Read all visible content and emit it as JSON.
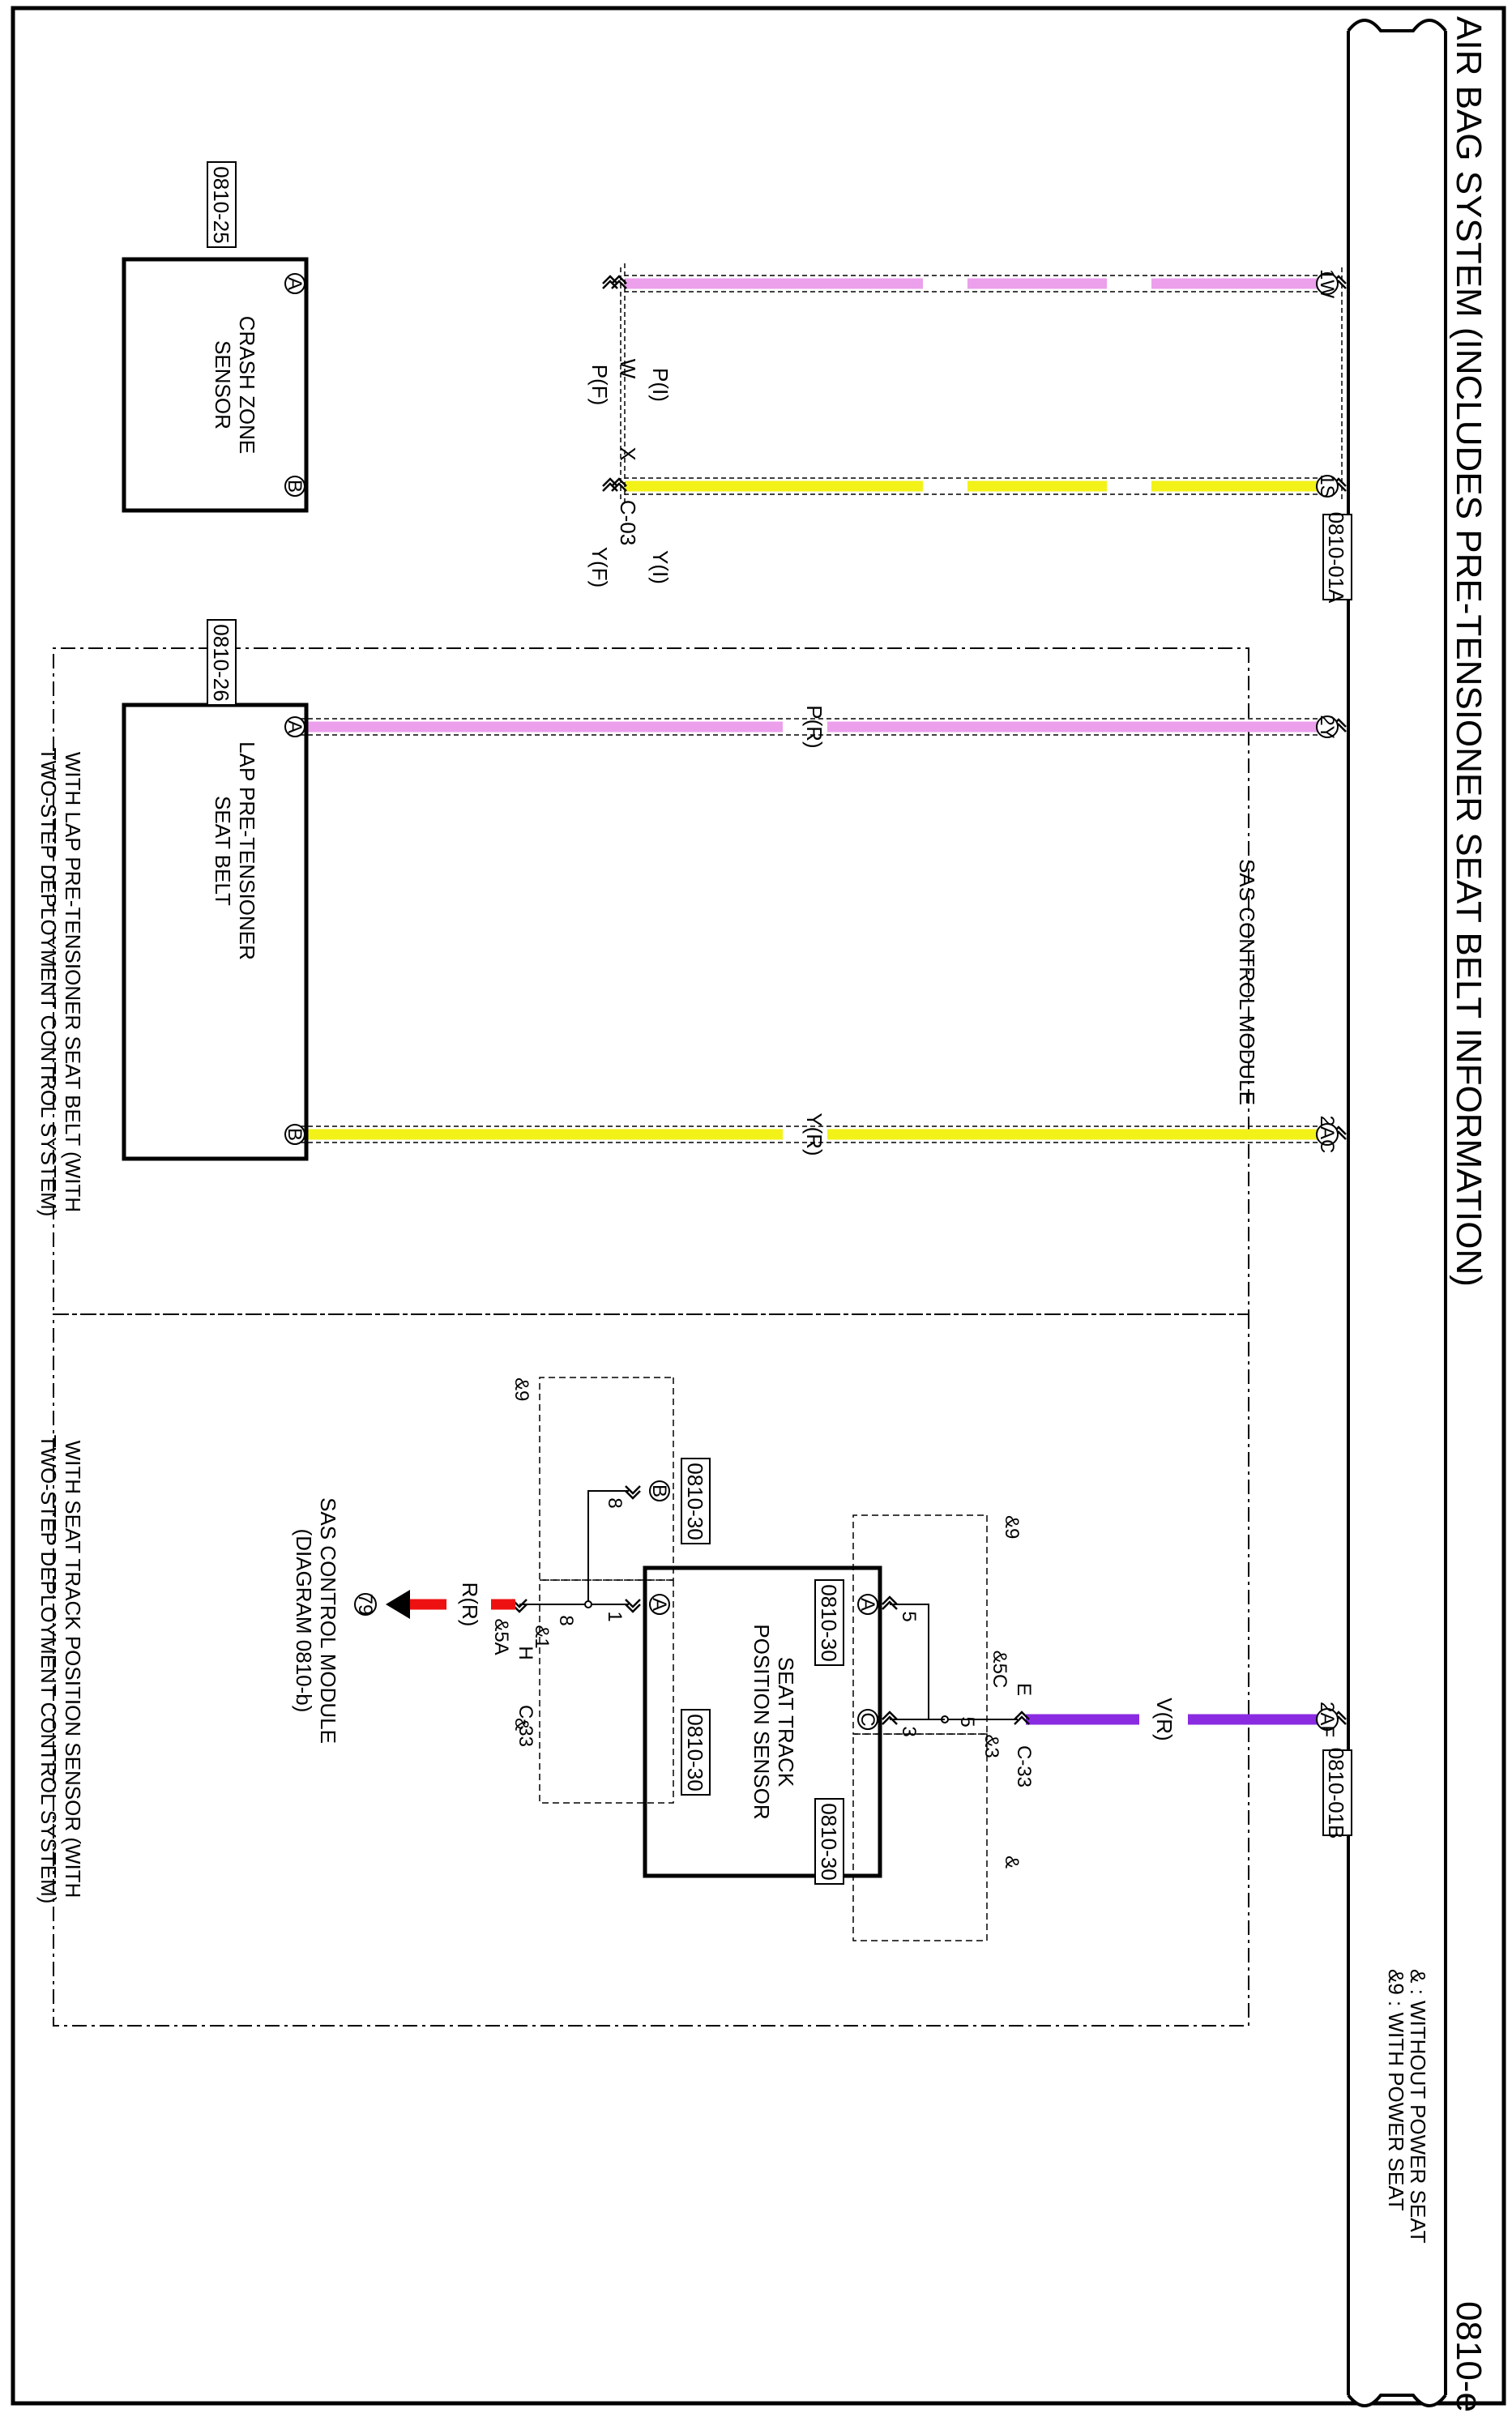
{
  "header": {
    "title": "AIR BAG SYSTEM (INCLUDES PRE-TENSIONER SEAT BELT INFORMATION)",
    "page_code": "0810-e"
  },
  "legend": {
    "without_power_seat": "& : WITHOUT POWER SEAT",
    "with_power_seat": "&9 : WITH POWER SEAT"
  },
  "module": {
    "label": "SAS CONTROL MODULE",
    "conn_01A": "0810-01A",
    "conn_01B": "0810-01B"
  },
  "crash_zone": {
    "label_line1": "CRASH ZONE",
    "label_line2": "SENSOR",
    "ref": "0810-25",
    "pin_a": "A",
    "pin_b": "B",
    "pin_1w": "1W",
    "pin_1s": "1S",
    "wire_p_module": "P(I)",
    "wire_p_sensor": "P(F)",
    "wire_w": "W",
    "wire_y_module": "Y(I)",
    "wire_y_sensor": "Y(F)",
    "wire_x": "X",
    "junction": "C-03"
  },
  "lap": {
    "label_line1": "LAP PRE-TENSIONER",
    "label_line2": "SEAT BELT",
    "ref": "0810-26",
    "pin_a": "A",
    "pin_b": "B",
    "pin_2y": "2Y",
    "pin_2ac": "2AC",
    "wire_p": "P(R)",
    "wire_y": "Y(R)",
    "note_line1": "WITH LAP PRE-TENSIONER SEAT BELT (WITH",
    "note_line2": "TWO-STEP DEPLOYMENT CONTROL SYSTEM)"
  },
  "seat_track": {
    "label_line1": "SEAT TRACK",
    "label_line2": "POSITION SENSOR",
    "ref_a9": "0810-30",
    "ref_c": "0810-30",
    "ref_b": "0810-30",
    "ref_a": "0810-30",
    "pin_a": "A",
    "pin_b": "B",
    "pin_c": "C",
    "num_5": "5",
    "num_3": "3",
    "num_8": "8",
    "num_1": "1",
    "variant_9": "&9",
    "variant_amp": "&",
    "pin_2af": "2AF",
    "wire_v": "V(R)",
    "c33_top": "C-33",
    "top_code1": "&5C",
    "top_code2": "E",
    "top_n5": "5",
    "top_code3": "&3",
    "bot_code1": "&5A",
    "bot_code2": "H",
    "bot_code3": "&1",
    "bot_n8": "8",
    "bot_c33": "C-33",
    "wire_r": "R(R)",
    "pin_79": "79",
    "dest_line1": "SAS CONTROL MODULE",
    "dest_line2": "(DIAGRAM 0810-b)",
    "note_line1": "WITH SEAT TRACK POSITION SENSOR (WITH",
    "note_line2": "TWO-STEP DEPLOYMENT CONTROL SYSTEM)"
  },
  "colors": {
    "pink": "#eca0ec",
    "yellow": "#f2f218",
    "violet": "#8a2be2",
    "red": "#ee1111"
  }
}
